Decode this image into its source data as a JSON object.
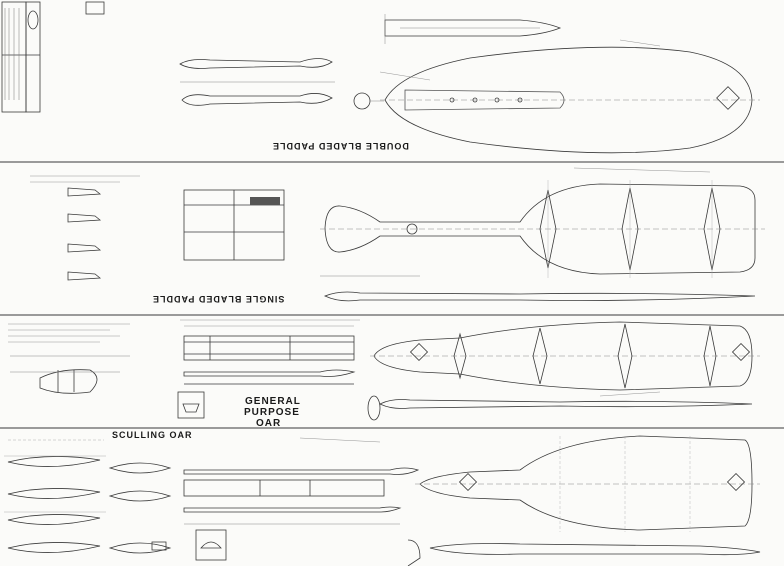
{
  "titles": {
    "double_bladed_paddle": "DOUBLE BLADED PADDLE",
    "single_bladed_paddle": "SINGLE BLADED PADDLE",
    "general_purpose_oar_line1": "GENERAL",
    "general_purpose_oar_line2": "PURPOSE",
    "general_purpose_oar_line3": "OAR",
    "sculling_oar": "SCULLING OAR"
  },
  "colors": {
    "paper": "#fbfbf9",
    "ink": "#3a3a3a",
    "ink_light": "#8a8a8a"
  }
}
